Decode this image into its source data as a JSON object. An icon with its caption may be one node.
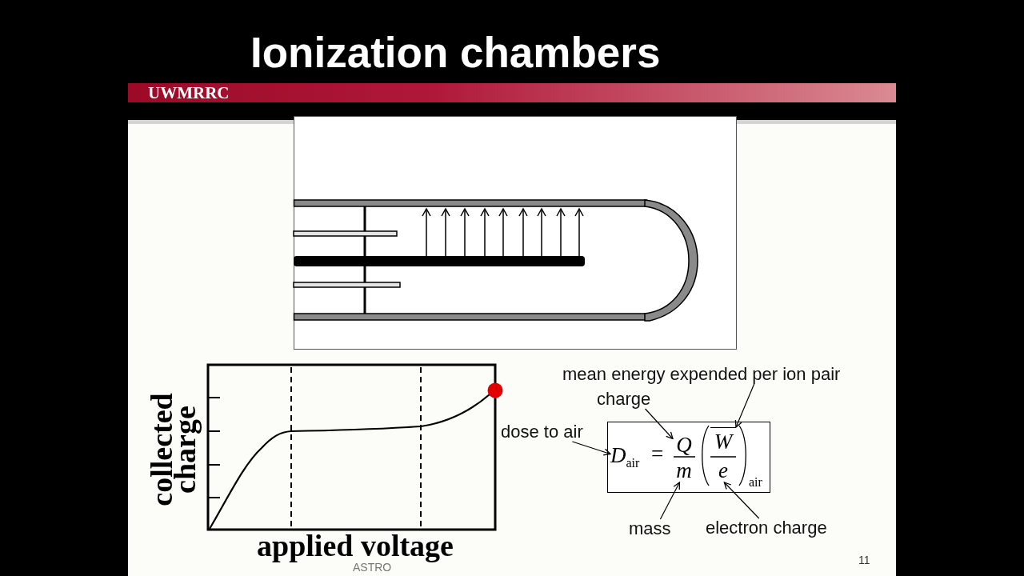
{
  "diagram": {
    "title": "Ionization chambers",
    "nodes": [
      {
        "text": [
          "mean energy expended per ion pair"
        ]
      },
      {
        "text": [
          "charge"
        ]
      },
      {
        "text": [
          "dose to air"
        ]
      },
      {
        "text": [],
        "shape": "box"
      },
      {
        "text": [
          "*D*$_{air}$"
        ],
        "in": 3
      },
      {
        "text": [
          "Q"
        ],
        "in": 3
      },
      {
        "text": [
          "m"
        ],
        "in": 3
      },
      {
        "text": [
          "W"
        ],
        "in": 3
      },
      {
        "text": [
          "e"
        ],
        "in": 3
      },
      {
        "text": [
          "mass"
        ]
      },
      {
        "text": [
          "electron charge"
        ]
      }
    ],
    "edges": [
      {
        "from": 0,
        "to": 7,
        "arrow": "to"
      },
      {
        "from": 1,
        "to": 5,
        "arrow": "to"
      },
      {
        "from": 2,
        "to": 4,
        "arrow": "to"
      },
      {
        "from": 9,
        "to": 6,
        "arrow": "to"
      },
      {
        "from": 10,
        "to": 8,
        "arrow": "to"
      }
    ],
    "labels": [
      "UWMRRC",
      "collected charge",
      "=",
      "air",
      "applied voltage",
      "ASTRO",
      "11"
    ]
  }
}
